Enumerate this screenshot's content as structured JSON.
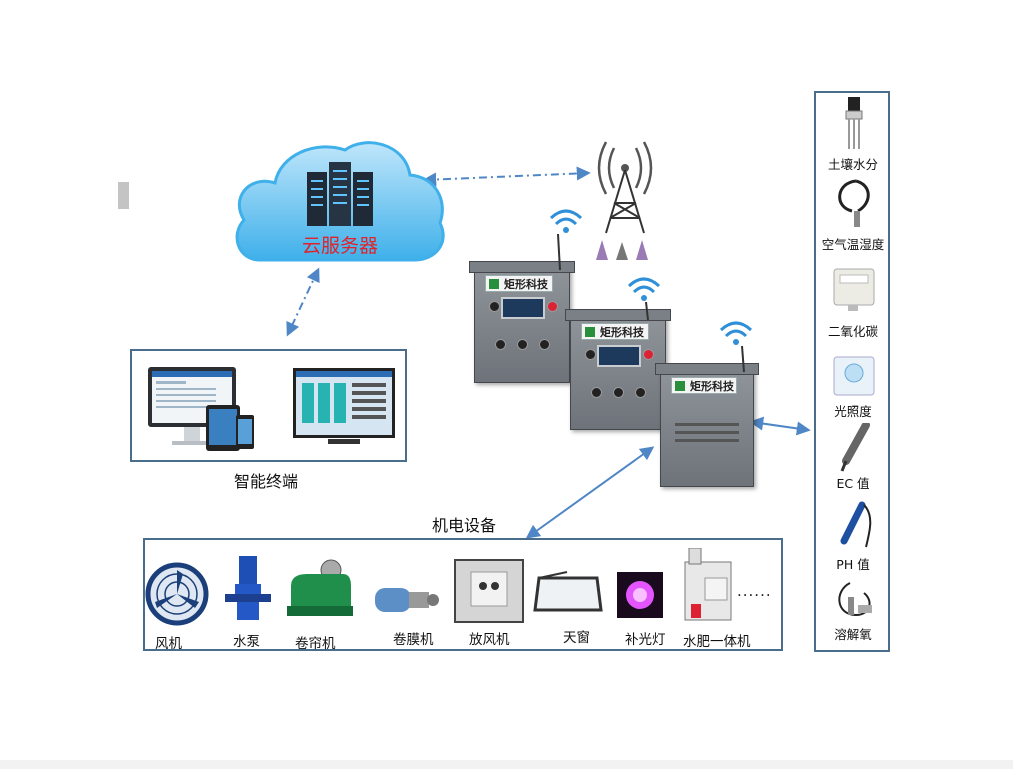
{
  "cloud": {
    "label": "云服务器"
  },
  "terminal": {
    "caption": "智能终端"
  },
  "cabinets": {
    "brand": "矩形科技"
  },
  "devices": {
    "caption": "机电设备",
    "items": [
      {
        "label": "风机"
      },
      {
        "label": "水泵"
      },
      {
        "label": "卷帘机"
      },
      {
        "label": "卷膜机"
      },
      {
        "label": "放风机"
      },
      {
        "label": "天窗"
      },
      {
        "label": "补光灯"
      },
      {
        "label": "水肥一体机"
      }
    ],
    "more": "......"
  },
  "sensors": {
    "items": [
      {
        "label": "土壤水分"
      },
      {
        "label": "空气温湿度"
      },
      {
        "label": "二氧化碳"
      },
      {
        "label": "光照度"
      },
      {
        "label": "EC 值"
      },
      {
        "label": "PH 值"
      },
      {
        "label": "溶解氧"
      }
    ]
  },
  "colors": {
    "arrow": "#4f87c6",
    "frame": "#4a6d8c",
    "cloud": "#3fb0ea"
  }
}
